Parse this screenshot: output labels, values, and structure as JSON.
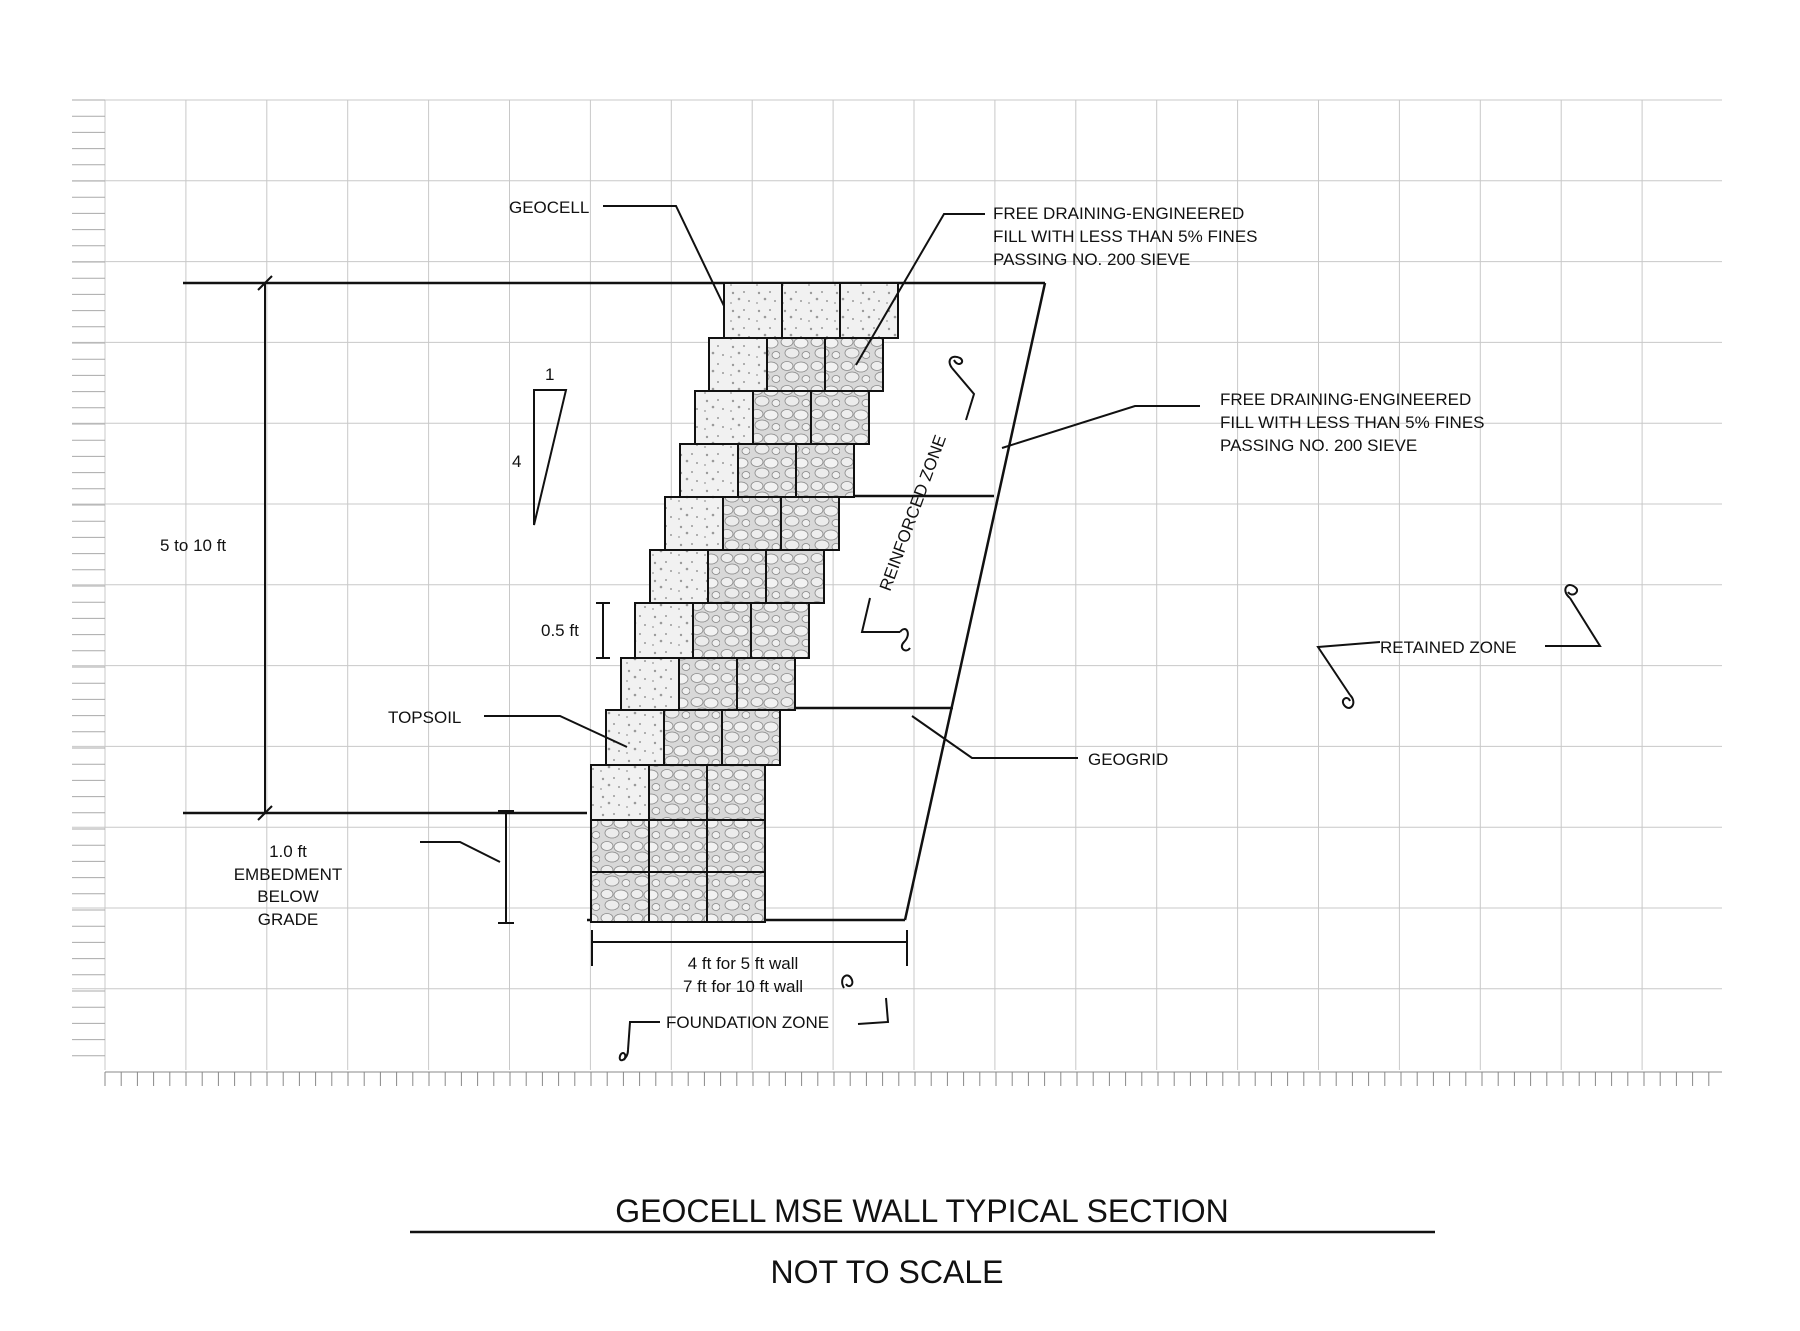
{
  "title": "GEOCELL MSE WALL  TYPICAL  SECTION",
  "subtitle": "NOT  TO  SCALE",
  "labels": {
    "geocell": "GEOCELL",
    "fill_note_1": [
      "FREE DRAINING-ENGINEERED",
      "FILL WITH LESS THAN 5% FINES",
      "PASSING NO. 200 SIEVE"
    ],
    "fill_note_2": [
      "FREE DRAINING-ENGINEERED",
      "FILL WITH LESS THAN 5% FINES",
      "PASSING NO. 200 SIEVE"
    ],
    "batter_top": "1",
    "batter_side": "4",
    "wall_height": "5 to 10 ft",
    "lift_height": "0.5 ft",
    "topsoil": "TOPSOIL",
    "geogrid": "GEOGRID",
    "reinforced_zone": "REINFORCED  ZONE",
    "retained_zone": "RETAINED  ZONE",
    "embedment": [
      "1.0 ft",
      "EMBEDMENT",
      "BELOW",
      "GRADE"
    ],
    "base_width": [
      "4 ft for 5 ft wall",
      "7 ft for 10 ft wall"
    ],
    "foundation_zone": "FOUNDATION  ZONE"
  },
  "colors": {
    "line": "#111111",
    "grid": "#c8c8c8",
    "topsoil_fill": "#eeeeee",
    "stone_fill": "#d6d6d6"
  }
}
